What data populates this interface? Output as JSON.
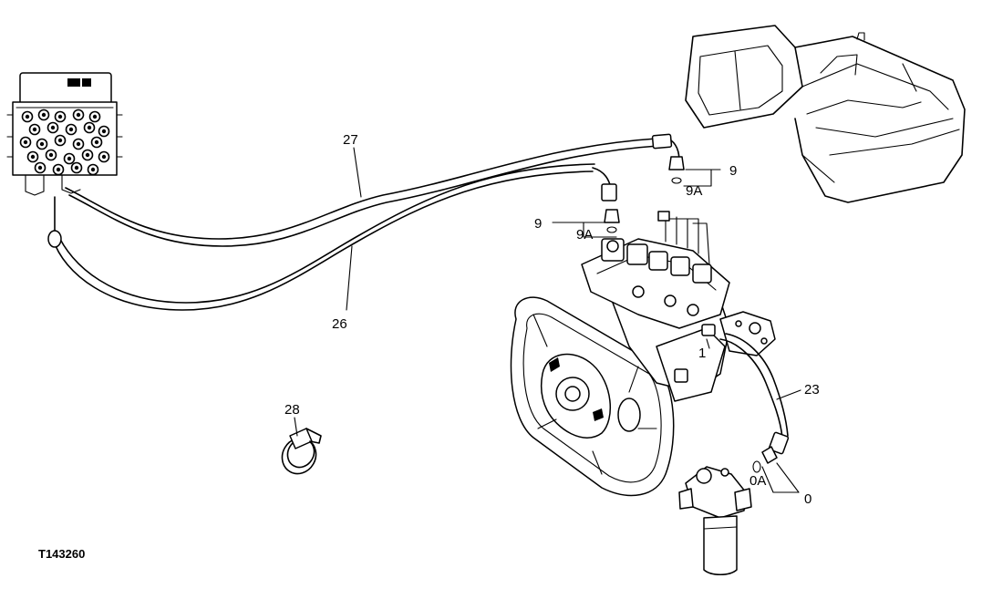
{
  "figure_id": "T143260",
  "callouts": {
    "c27": "27",
    "c26": "26",
    "c9_upper": "9",
    "c9a_upper": "9A",
    "c9_lower": "9",
    "c9a_lower": "9A",
    "c1": "1",
    "c23": "23",
    "c28": "28",
    "c0a": "0A",
    "c0": "0"
  },
  "icons": {
    "control_valve": "pilot-control-valve-icon",
    "excavator": "excavator-outline-icon",
    "pump": "hydraulic-pump-icon",
    "filter": "pilot-filter-icon",
    "clamp": "hose-clamp-icon"
  }
}
